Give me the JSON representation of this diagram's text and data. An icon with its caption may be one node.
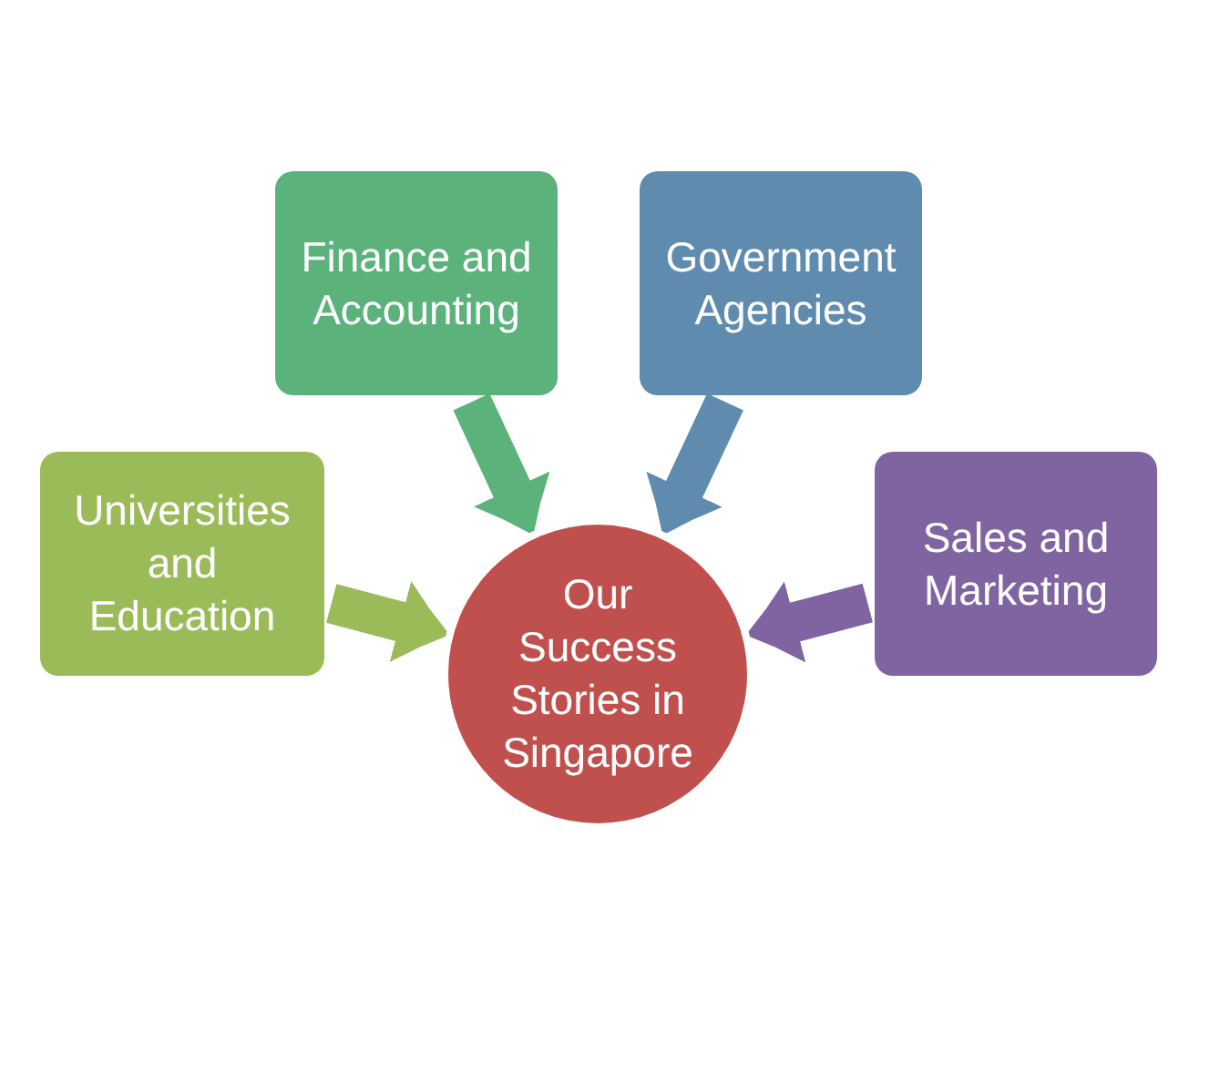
{
  "diagram": {
    "nodes": [
      {
        "text": [
          "Finance and Accounting"
        ]
      },
      {
        "text": [
          "Government Agencies"
        ]
      },
      {
        "text": [
          "Universities and Education"
        ]
      },
      {
        "text": [
          "Our Success Stories in Singapore"
        ]
      },
      {
        "text": [
          "Sales and Marketing"
        ]
      }
    ],
    "edges": [
      {
        "from": 0,
        "to": 3,
        "arrow": "to",
        "color": "#5bb27b"
      },
      {
        "from": 1,
        "to": 3,
        "arrow": "to",
        "color": "#5f8cae"
      },
      {
        "from": 2,
        "to": 3,
        "arrow": "to",
        "color": "#9bbb59"
      },
      {
        "from": 4,
        "to": 3,
        "arrow": "to",
        "color": "#8064a2"
      }
    ]
  }
}
